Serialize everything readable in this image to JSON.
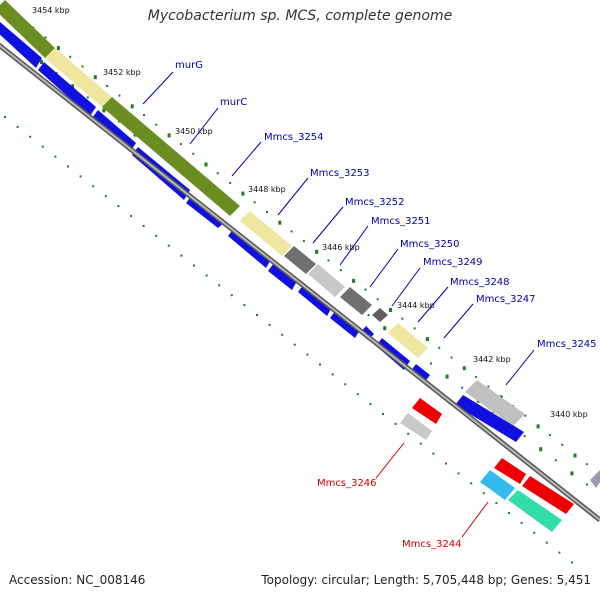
{
  "title": "Mycobacterium sp. MCS, complete genome",
  "footer": {
    "accession": "Accession: NC_008146",
    "summary": "Topology: circular; Length: 5,705,448 bp; Genes: 5,451"
  },
  "colors": {
    "backbone": "#7f7f7f",
    "tick": "#1e7e1e",
    "cds_blue": "#1010e0",
    "gene_olive": "#6b8e23",
    "gene_khaki": "#efe6a0",
    "gene_dark_gray": "#707070",
    "gene_light_gray": "#c0c0c0",
    "gene_red": "#ee0000",
    "gene_cyan": "#33bbee",
    "gene_green": "#33ddaa",
    "label_blue": "#0000aa",
    "label_red": "#cc0000"
  },
  "map": {
    "kbp_labels": [
      "3454 kbp",
      "3452 kbp",
      "3450 kbp",
      "3448 kbp",
      "3446 kbp",
      "3444 kbp",
      "3442 kbp",
      "3440 kbp"
    ],
    "gene_labels_top": [
      "murG",
      "murC",
      "Mmcs_3254",
      "Mmcs_3253",
      "Mmcs_3252",
      "Mmcs_3251",
      "Mmcs_3250",
      "Mmcs_3249",
      "Mmcs_3248",
      "Mmcs_3247",
      "Mmcs_3245"
    ],
    "gene_labels_bottom": [
      "Mmcs_3246",
      "Mmcs_3244"
    ]
  }
}
